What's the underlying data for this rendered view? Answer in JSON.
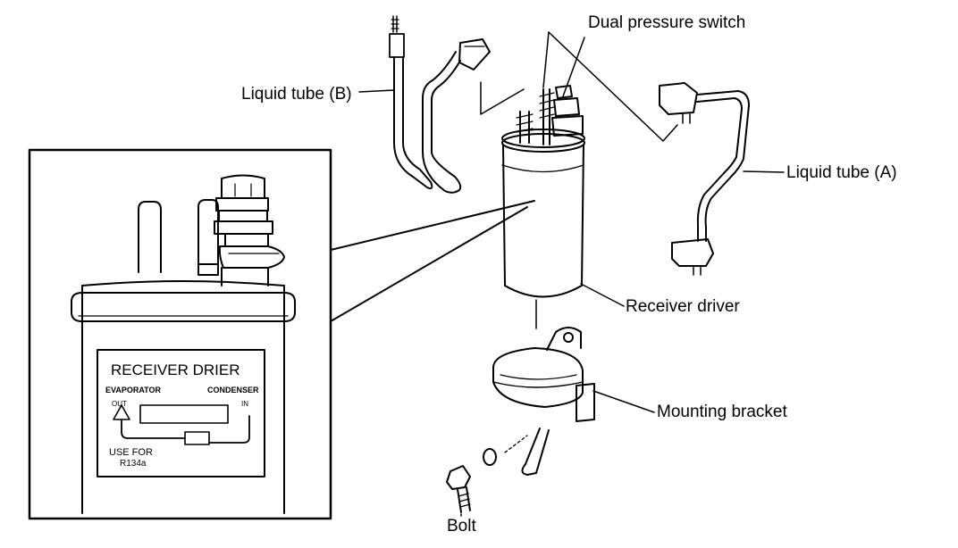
{
  "callouts": {
    "dual_pressure_switch": "Dual pressure switch",
    "liquid_tube_b": "Liquid tube (B)",
    "liquid_tube_a": "Liquid tube (A)",
    "receiver_driver": "Receiver driver",
    "mounting_bracket": "Mounting bracket",
    "bolt": "Bolt"
  },
  "inset_plate": {
    "title": "RECEIVER DRIER",
    "left_label": "EVAPORATOR",
    "right_label": "CONDENSER",
    "out_label": "OUT",
    "in_label": "IN",
    "use_for_line1": "USE FOR",
    "use_for_line2": "R134a"
  },
  "colors": {
    "ink": "#000000",
    "background": "#ffffff"
  }
}
